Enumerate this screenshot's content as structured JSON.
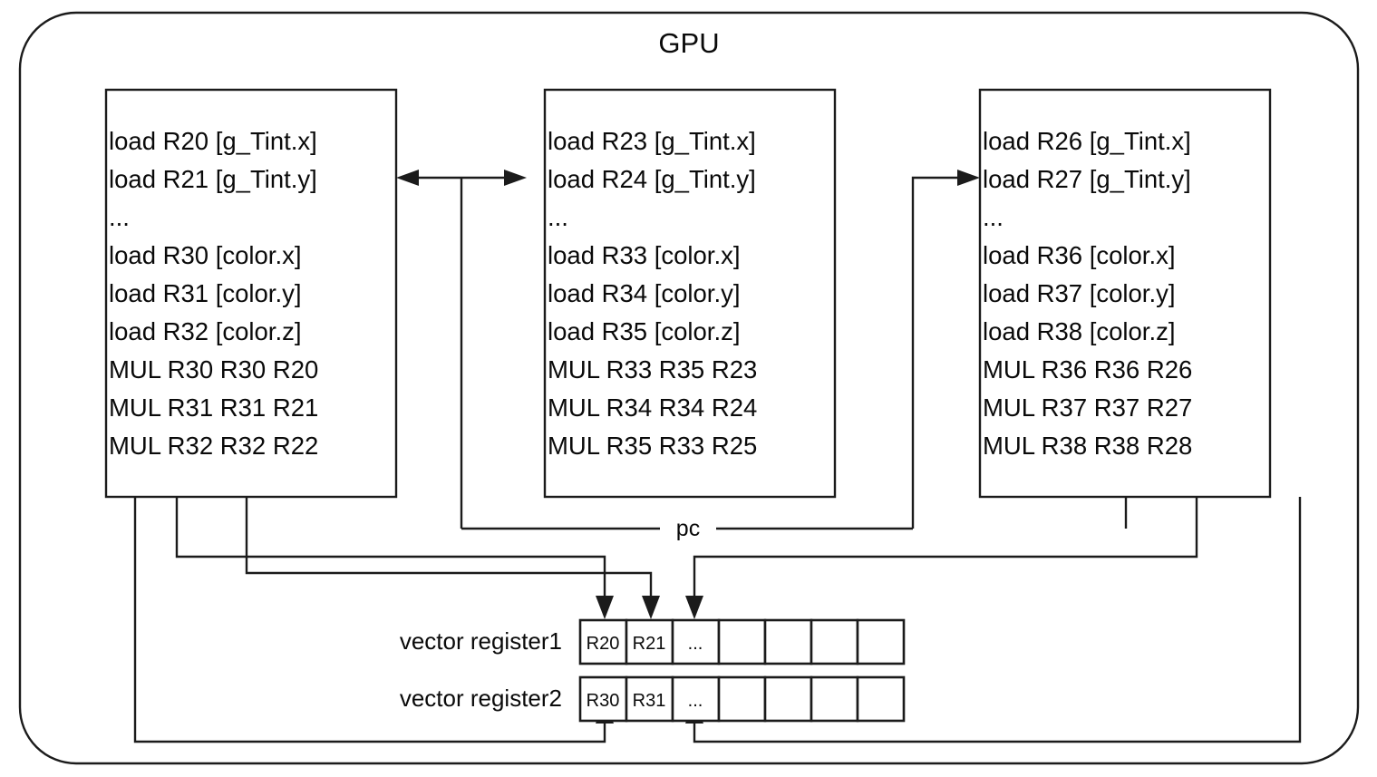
{
  "diagram": {
    "title": "GPU",
    "pc_label": "pc",
    "accent_color": "#1b1b1b",
    "background_color": "#ffffff"
  },
  "units": [
    {
      "id": "thread-group-1",
      "lines": [
        "load R20 [g_Tint.x]",
        "load R21 [g_Tint.y]",
        "...",
        "load R30 [color.x]",
        "load R31 [color.y]",
        "load R32 [color.z]",
        "MUL R30 R30 R20",
        "MUL R31 R31 R21",
        "MUL R32 R32 R22"
      ]
    },
    {
      "id": "thread-group-2",
      "lines": [
        "load R23 [g_Tint.x]",
        "load R24 [g_Tint.y]",
        "...",
        "load R33 [color.x]",
        "load R34 [color.y]",
        "load R35 [color.z]",
        "MUL R33 R35 R23",
        "MUL R34 R34 R24",
        "MUL R35 R33 R25"
      ]
    },
    {
      "id": "thread-group-3",
      "lines": [
        "load R26 [g_Tint.x]",
        "load R27 [g_Tint.y]",
        "...",
        "load R36 [color.x]",
        "load R37 [color.y]",
        "load R38 [color.z]",
        "MUL R36 R36 R26",
        "MUL R37 R37 R27",
        "MUL R38 R38 R28"
      ]
    }
  ],
  "registers": [
    {
      "id": "vector-register-1",
      "label": "vector register1",
      "cells": [
        "R20",
        "R21",
        "...",
        "",
        "",
        "",
        ""
      ]
    },
    {
      "id": "vector-register-2",
      "label": "vector register2",
      "cells": [
        "R30",
        "R31",
        "...",
        "",
        "",
        "",
        ""
      ]
    }
  ]
}
